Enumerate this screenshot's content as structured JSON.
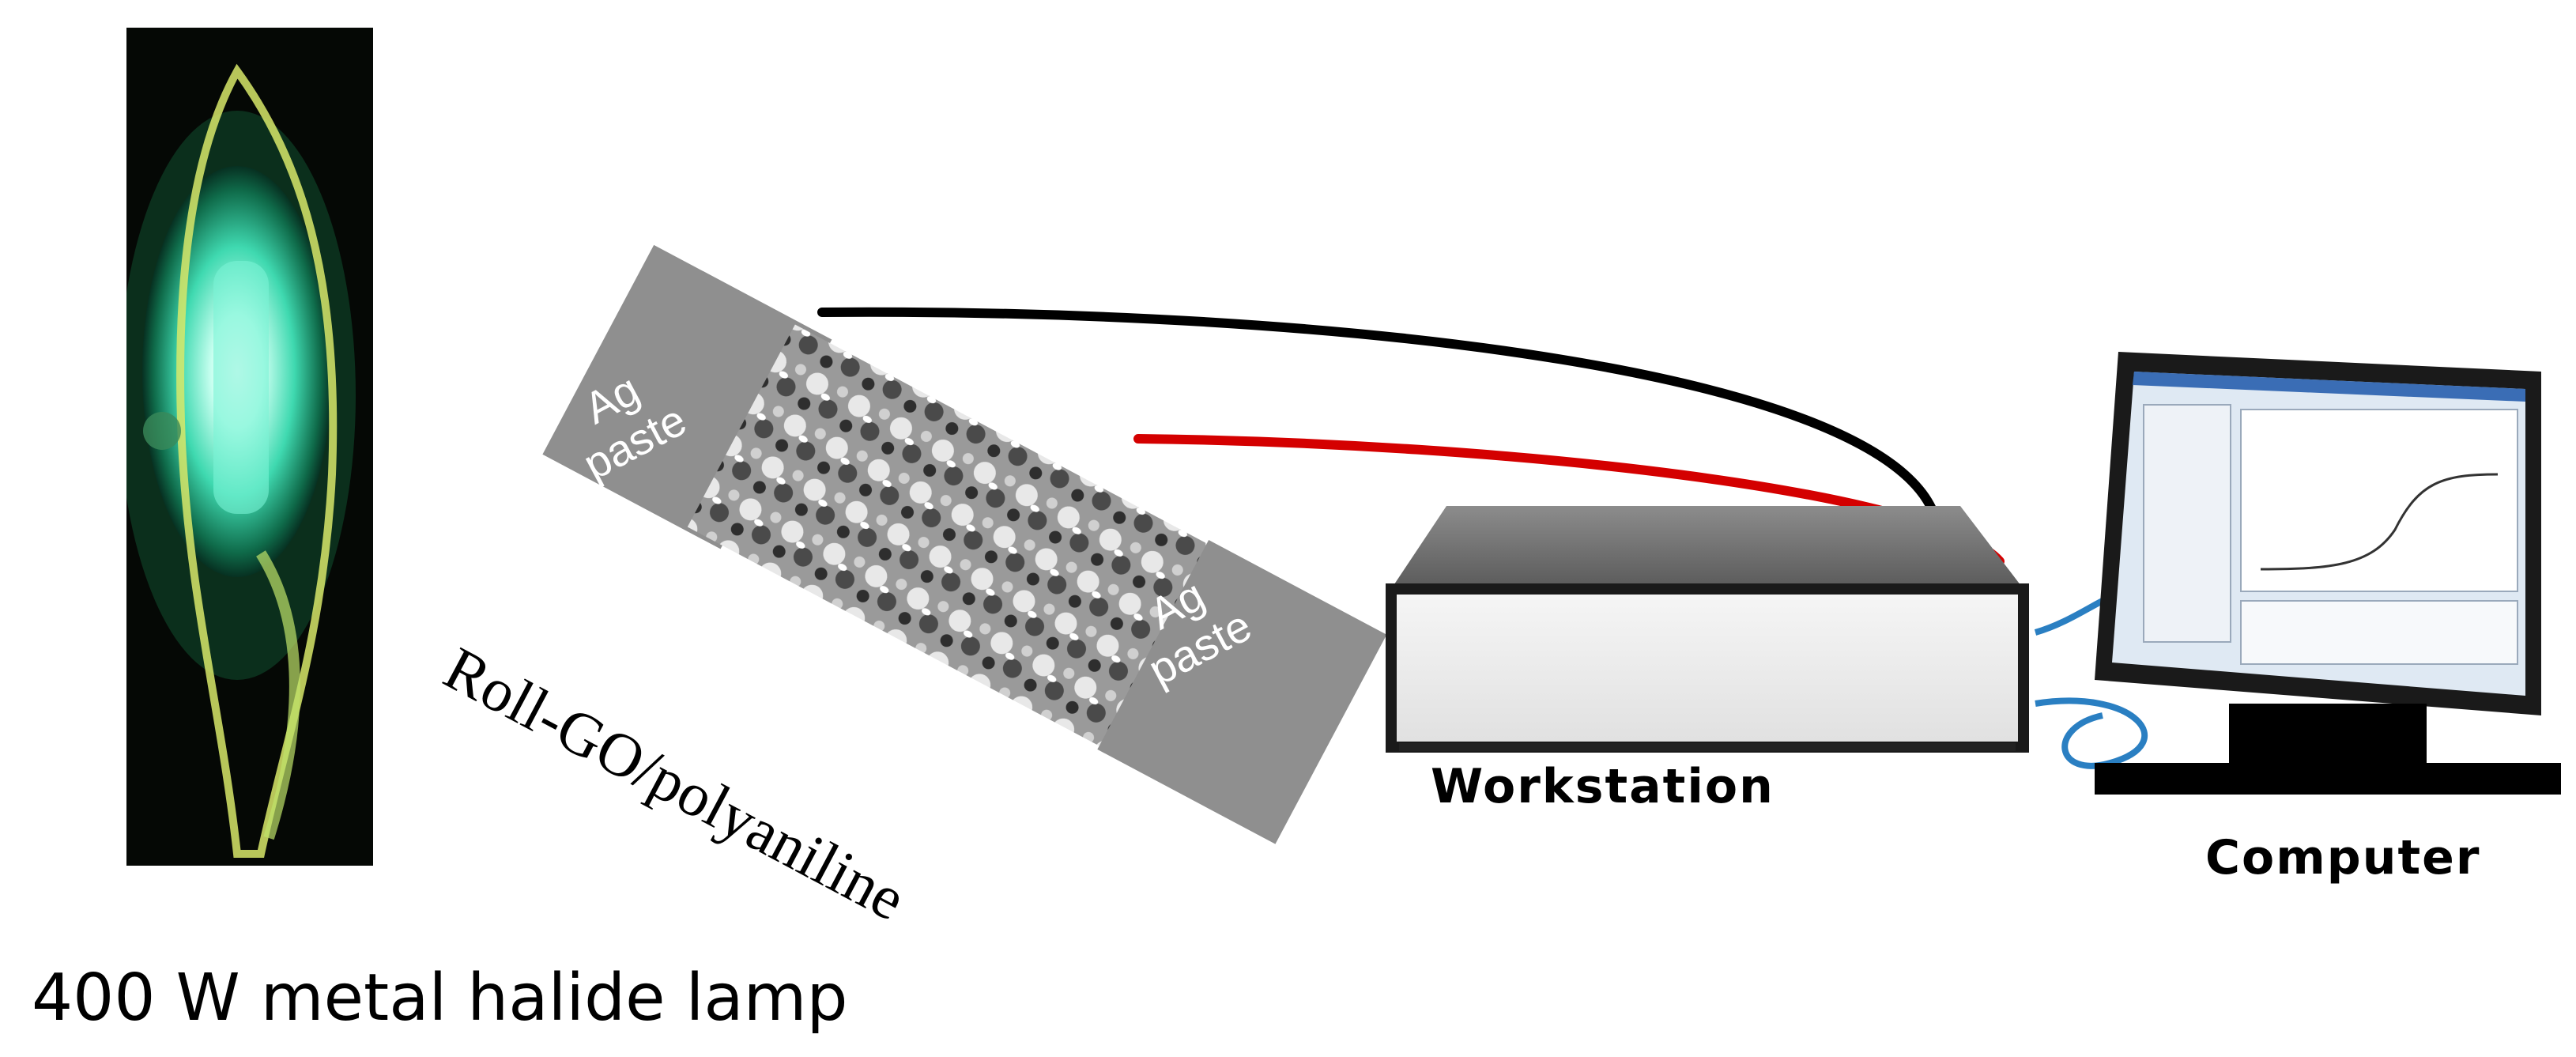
{
  "lamp": {
    "caption": "400 W metal halide lamp"
  },
  "device": {
    "electrode_left": {
      "line1": "Ag",
      "line2": "paste"
    },
    "electrode_right": {
      "line1": "Ag",
      "line2": "paste"
    },
    "material_label": "Roll-GO/polyaniline"
  },
  "workstation": {
    "label": "Workstation"
  },
  "computer": {
    "label": "Computer"
  },
  "colors": {
    "lamp_glow": "#46e0b0",
    "lamp_yellow": "#d8e86a",
    "electrode_gray": "#8f8f8f",
    "wire_positive": "#d40000",
    "wire_negative": "#000000",
    "usb_cable": "#2a7fc2",
    "monitor_frame": "#1a1a1a",
    "screen_bg": "#dfe9f3"
  }
}
